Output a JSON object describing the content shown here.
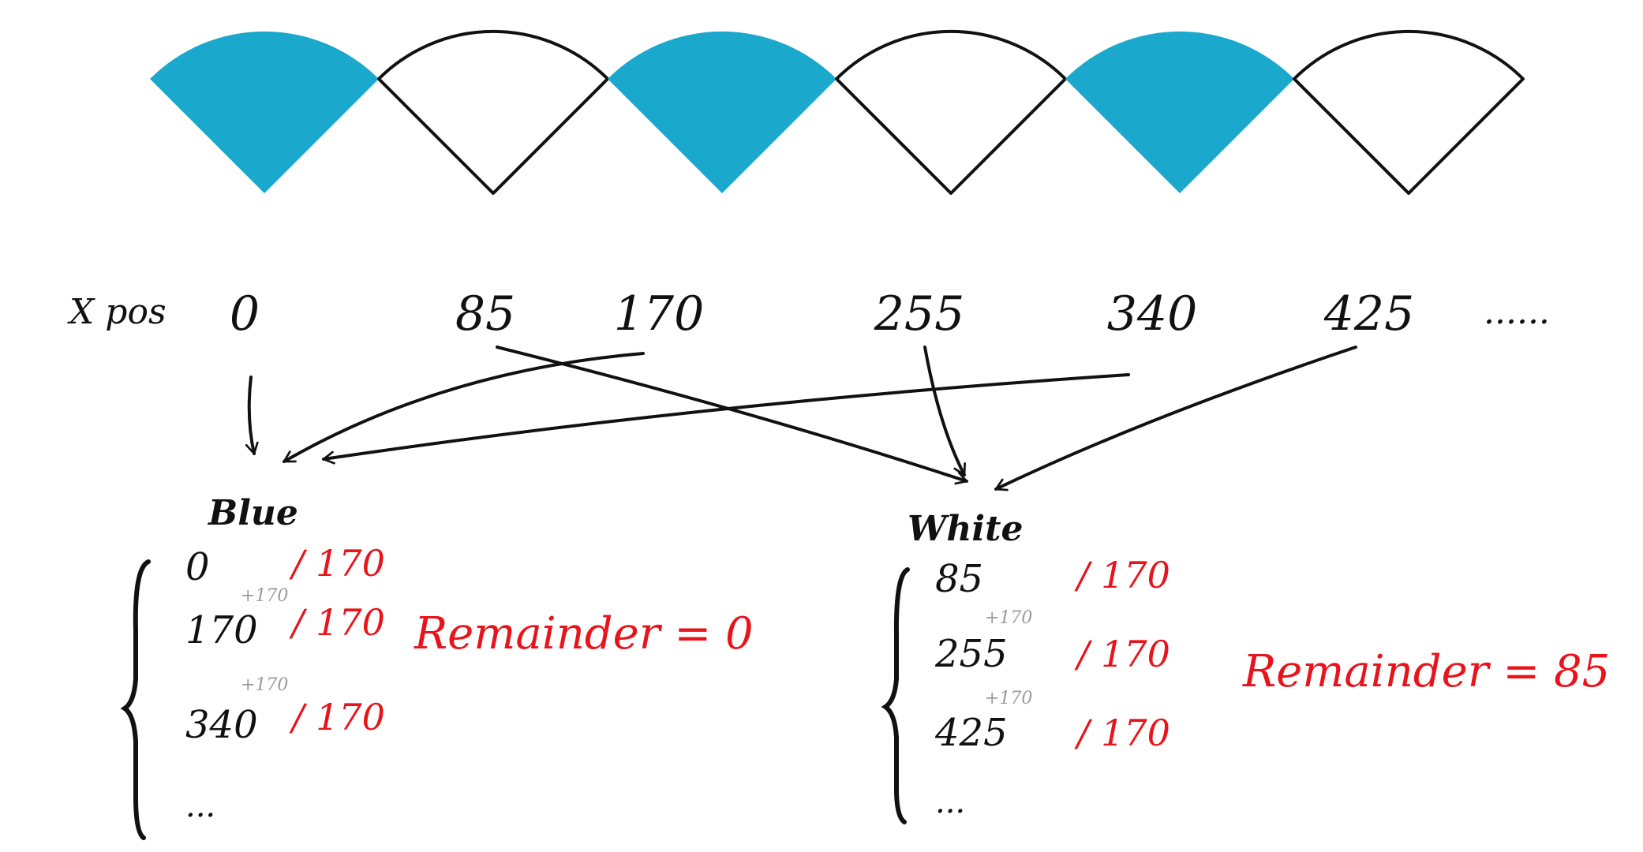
{
  "colors": {
    "blue": "#1aa8cc",
    "ink": "#111111",
    "red": "#e8141c",
    "gray": "#9a9a9a"
  },
  "fans": [
    {
      "fill": "blue"
    },
    {
      "fill": "white"
    },
    {
      "fill": "blue"
    },
    {
      "fill": "white"
    },
    {
      "fill": "blue"
    },
    {
      "fill": "white"
    }
  ],
  "xpos": {
    "label": "X pos",
    "values": [
      "0",
      "85",
      "170",
      "255",
      "340",
      "425"
    ],
    "ellipsis": "......"
  },
  "blue_group": {
    "title": "Blue",
    "items": [
      "0",
      "170",
      "340"
    ],
    "steps": [
      "+170",
      "+170"
    ],
    "divisors": [
      "/ 170",
      "/ 170",
      "/ 170"
    ],
    "ellipsis": "...",
    "remainder": "Remainder = 0"
  },
  "white_group": {
    "title": "White",
    "items": [
      "85",
      "255",
      "425"
    ],
    "steps": [
      "+170",
      "+170"
    ],
    "divisors": [
      "/ 170",
      "/ 170",
      "/ 170"
    ],
    "ellipsis": "...",
    "remainder": "Remainder = 85"
  }
}
